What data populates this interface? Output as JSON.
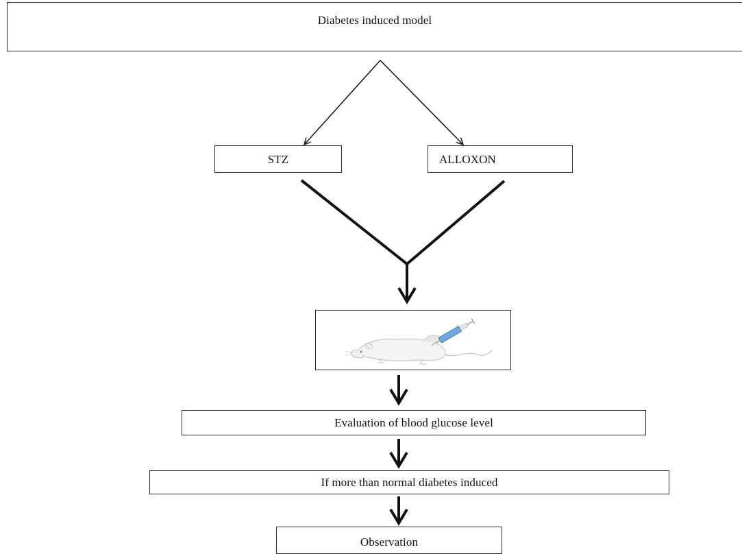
{
  "diagram": {
    "title_box": "Diabetes induced model",
    "inducers": [
      {
        "label": "STZ"
      },
      {
        "label": "ALLOXON"
      }
    ],
    "steps": {
      "evaluation": "Evaluation of blood glucose level",
      "condition": "If more than normal  diabetes induced",
      "outcome": "Observation"
    },
    "illustration": "mouse-injection-icon"
  }
}
